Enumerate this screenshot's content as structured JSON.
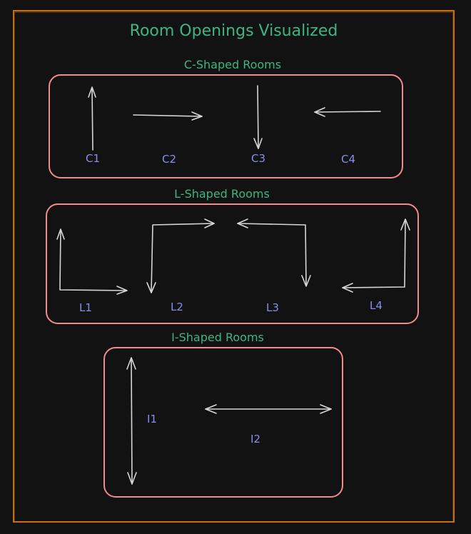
{
  "title": "Room Openings Visualized",
  "colors": {
    "background": "#121212",
    "frame": "#c86e12",
    "group_border": "#f08c8c",
    "heading": "#3fb583",
    "label": "#8a8cf0",
    "arrow": "#d6d6d6"
  },
  "groups": [
    {
      "title": "C-Shaped Rooms",
      "rooms": [
        {
          "label": "C1",
          "opening": "up"
        },
        {
          "label": "C2",
          "opening": "right"
        },
        {
          "label": "C3",
          "opening": "down"
        },
        {
          "label": "C4",
          "opening": "left"
        }
      ]
    },
    {
      "title": "L-Shaped Rooms",
      "rooms": [
        {
          "label": "L1",
          "opening": "up / right"
        },
        {
          "label": "L2",
          "opening": "down / right"
        },
        {
          "label": "L3",
          "opening": "left / down"
        },
        {
          "label": "L4",
          "opening": "left / up"
        }
      ]
    },
    {
      "title": "I-Shaped Rooms",
      "rooms": [
        {
          "label": "I1",
          "opening": "up / down"
        },
        {
          "label": "I2",
          "opening": "left / right"
        }
      ]
    }
  ]
}
